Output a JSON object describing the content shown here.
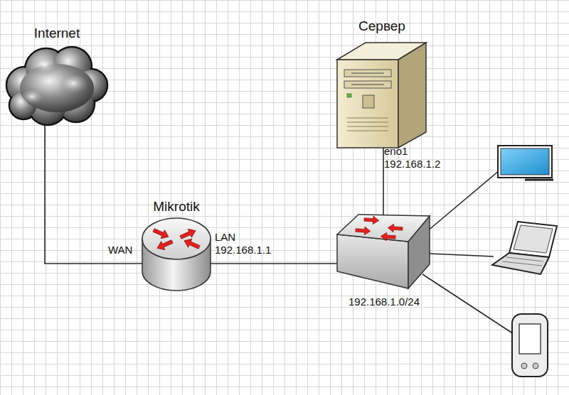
{
  "diagram": {
    "nodes": [
      {
        "text": [
          "Internet"
        ]
      },
      {
        "text": [
          "Сервер"
        ]
      },
      {
        "text": [
          "Mikrotik"
        ]
      },
      {
        "text": [
          "192.168.1.0/24"
        ]
      }
    ],
    "edges": [
      {
        "from": 0,
        "to": 2,
        "arrow": "none",
        "label": "WAN"
      },
      {
        "from": 2,
        "to": 3,
        "arrow": "none",
        "label": "LAN 192.168.1.1"
      },
      {
        "from": 1,
        "to": 3,
        "arrow": "none",
        "label": "eno1 192.168.1.2"
      }
    ]
  }
}
